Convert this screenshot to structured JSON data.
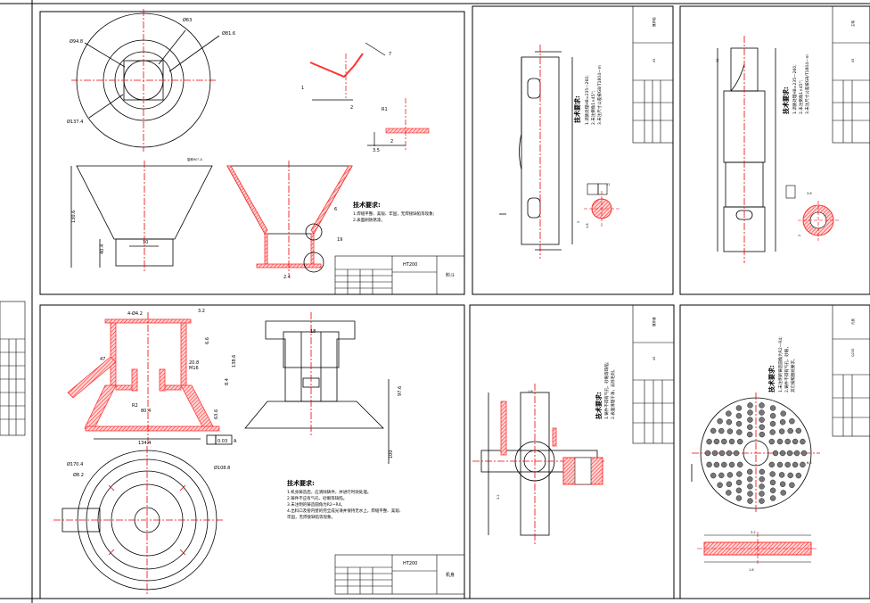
{
  "colors": {
    "paper": "#ffffff",
    "line": "#000000",
    "center": "#e00000",
    "section": "#ff3b3b"
  },
  "sheets": [
    {
      "id": "hopper",
      "dims": [
        "Ø94.8",
        "Ø63",
        "Ø81.6",
        "Ø137.4",
        "7",
        "1",
        "2",
        "R1",
        "3.5",
        "2",
        "130.6",
        "40.4",
        "10",
        "2.4",
        "6",
        "19"
      ],
      "view_label": "旋转90°-A",
      "notes_title": "技术要求:",
      "notes": [
        "1.焊缝平整、美观、牢固，无焊接缺陷等现象;",
        "2.表面刷防锈漆。"
      ],
      "title_material": "HT200",
      "title_name": "料斗"
    },
    {
      "id": "feeder",
      "dims": [
        "4-Ø4.2",
        "3.2",
        "20.8",
        "M16",
        "47",
        "R2",
        "80.4",
        "134.4",
        "Ø170.4",
        "Ø8.2",
        "Ø108.8",
        "6.6",
        "8.4",
        "138.6",
        "18",
        "97.6",
        "63.6",
        "0.03",
        "A",
        "100"
      ],
      "notes_title": "技术要求:",
      "notes": [
        "1.机身铸造后，应清除铸件，并进行时效处理。",
        "2.铸件不应有气孔、砂眼等缺陷。",
        "3.未注明的铸造圆角为R2~R4。",
        "4.出料口及管内壁的完全成光滑并保持无水上，焊缝平整、美观、",
        "牢固，无焊接缺陷等现象。"
      ],
      "title_material": "HT200",
      "title_name": "机身"
    },
    {
      "id": "shaft1",
      "dims": [
        "12",
        "2",
        "1.8"
      ],
      "notes_title": "技术要求:",
      "notes": [
        "1.调质处理HB=235—260;",
        "2.未注倒角1×45°;",
        "3.未注尺寸公差按GB/T1804—m"
      ],
      "title_material": "45",
      "title_name": "搅拌轴"
    },
    {
      "id": "shaft2",
      "dims": [
        "3.6",
        "2",
        "12"
      ],
      "notes_title": "技术要求:",
      "notes": [
        "1.调质处理HB=235—260;",
        "2.未注倒角1×45°;",
        "3.未注尺寸公差按GB/T1804—m"
      ],
      "title_material": "45",
      "title_name": "主轴"
    },
    {
      "id": "agitator",
      "dims": [
        "1.6",
        "3.2"
      ],
      "notes_title": "技术要求:",
      "notes": [
        "1.铸件不得有气孔、砂眼等缺陷;",
        "2.表面清理干净，去除毛刺。"
      ],
      "title_material": "45",
      "title_name": "搅拌器"
    },
    {
      "id": "plate",
      "dims": [
        "3.2",
        "6.3",
        "1.6"
      ],
      "notes_title": "技术要求:",
      "notes": [
        "1.未注明的铸造圆角为R2—R4;",
        "2.铸件不得有气孔、砂眼，",
        "其它按照图纸要求。"
      ],
      "title_material": "Q235",
      "title_name": "孔板"
    }
  ]
}
